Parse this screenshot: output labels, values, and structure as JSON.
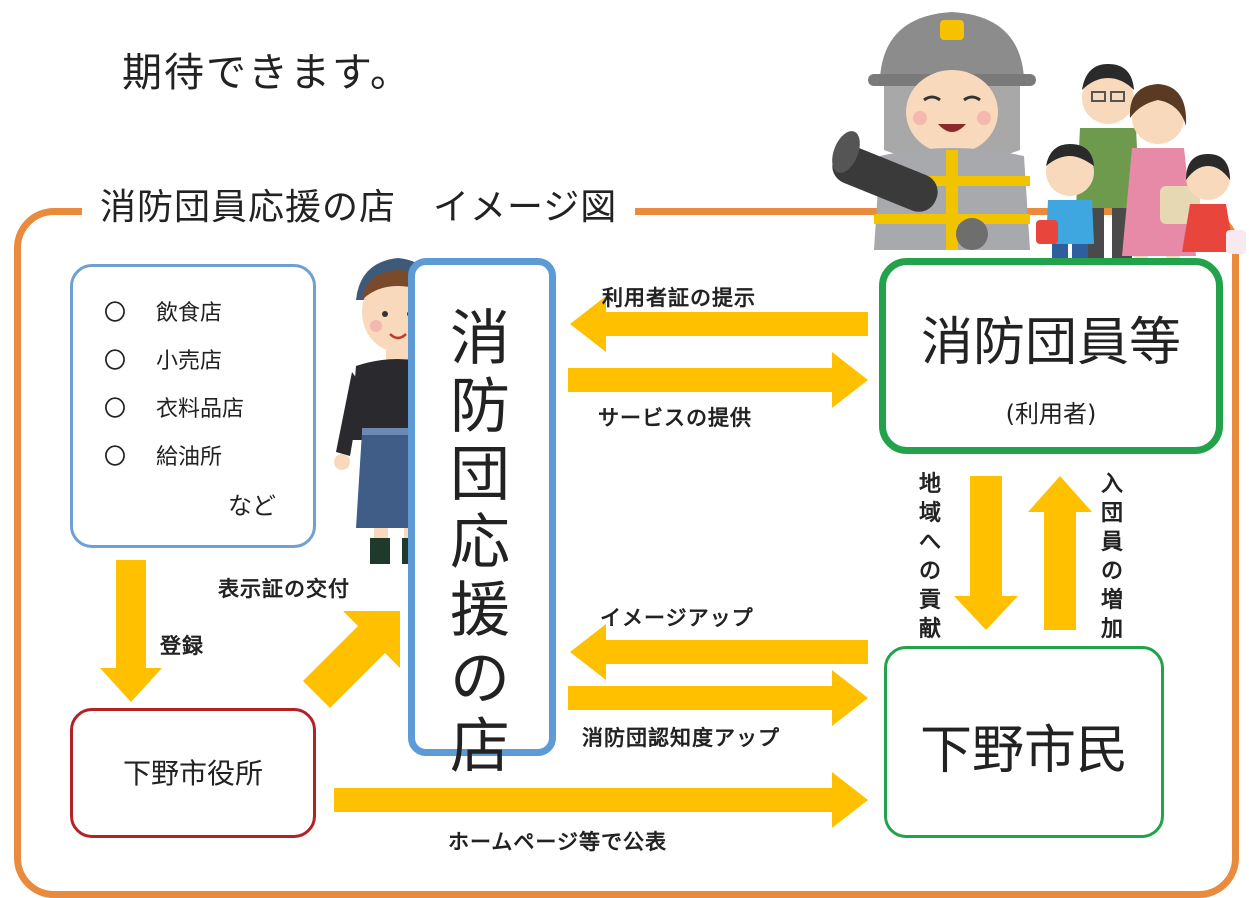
{
  "intro_text": "期待できます。",
  "frame_title": "消防団員応援の店　イメージ図",
  "shops": {
    "items": [
      "飲食店",
      "小売店",
      "衣料品店",
      "給油所"
    ],
    "bullet": "〇",
    "etc": "など"
  },
  "city_hall": "下野市役所",
  "store": {
    "chars": [
      "消",
      "防",
      "団",
      "応",
      "援",
      "の",
      "店"
    ]
  },
  "members": {
    "label": "消防団員等",
    "sub": "(利用者)"
  },
  "citizens": {
    "label": "下野市民"
  },
  "arrow_labels": {
    "show_card": "利用者証の提示",
    "service": "サービスの提供",
    "register": "登録",
    "issue_sign": "表示証の交付",
    "image_up": "イメージアップ",
    "awareness_up": "消防団認知度アップ",
    "publish": "ホームページ等で公表",
    "contribution": [
      "地",
      "域",
      "へ",
      "の",
      "貢",
      "献"
    ],
    "increase": [
      "入",
      "団",
      "員",
      "の",
      "増",
      "加"
    ]
  },
  "colors": {
    "arrow": "#FFC000",
    "frame": "#E98A3C",
    "store_border": "#5C9BD6",
    "shops_border": "#6FA0D2",
    "city_border": "#B52226",
    "member_border": "#22A24A"
  },
  "illustrations": [
    "shop-clerk-illustration",
    "firefighter-illustration",
    "family-illustration"
  ]
}
